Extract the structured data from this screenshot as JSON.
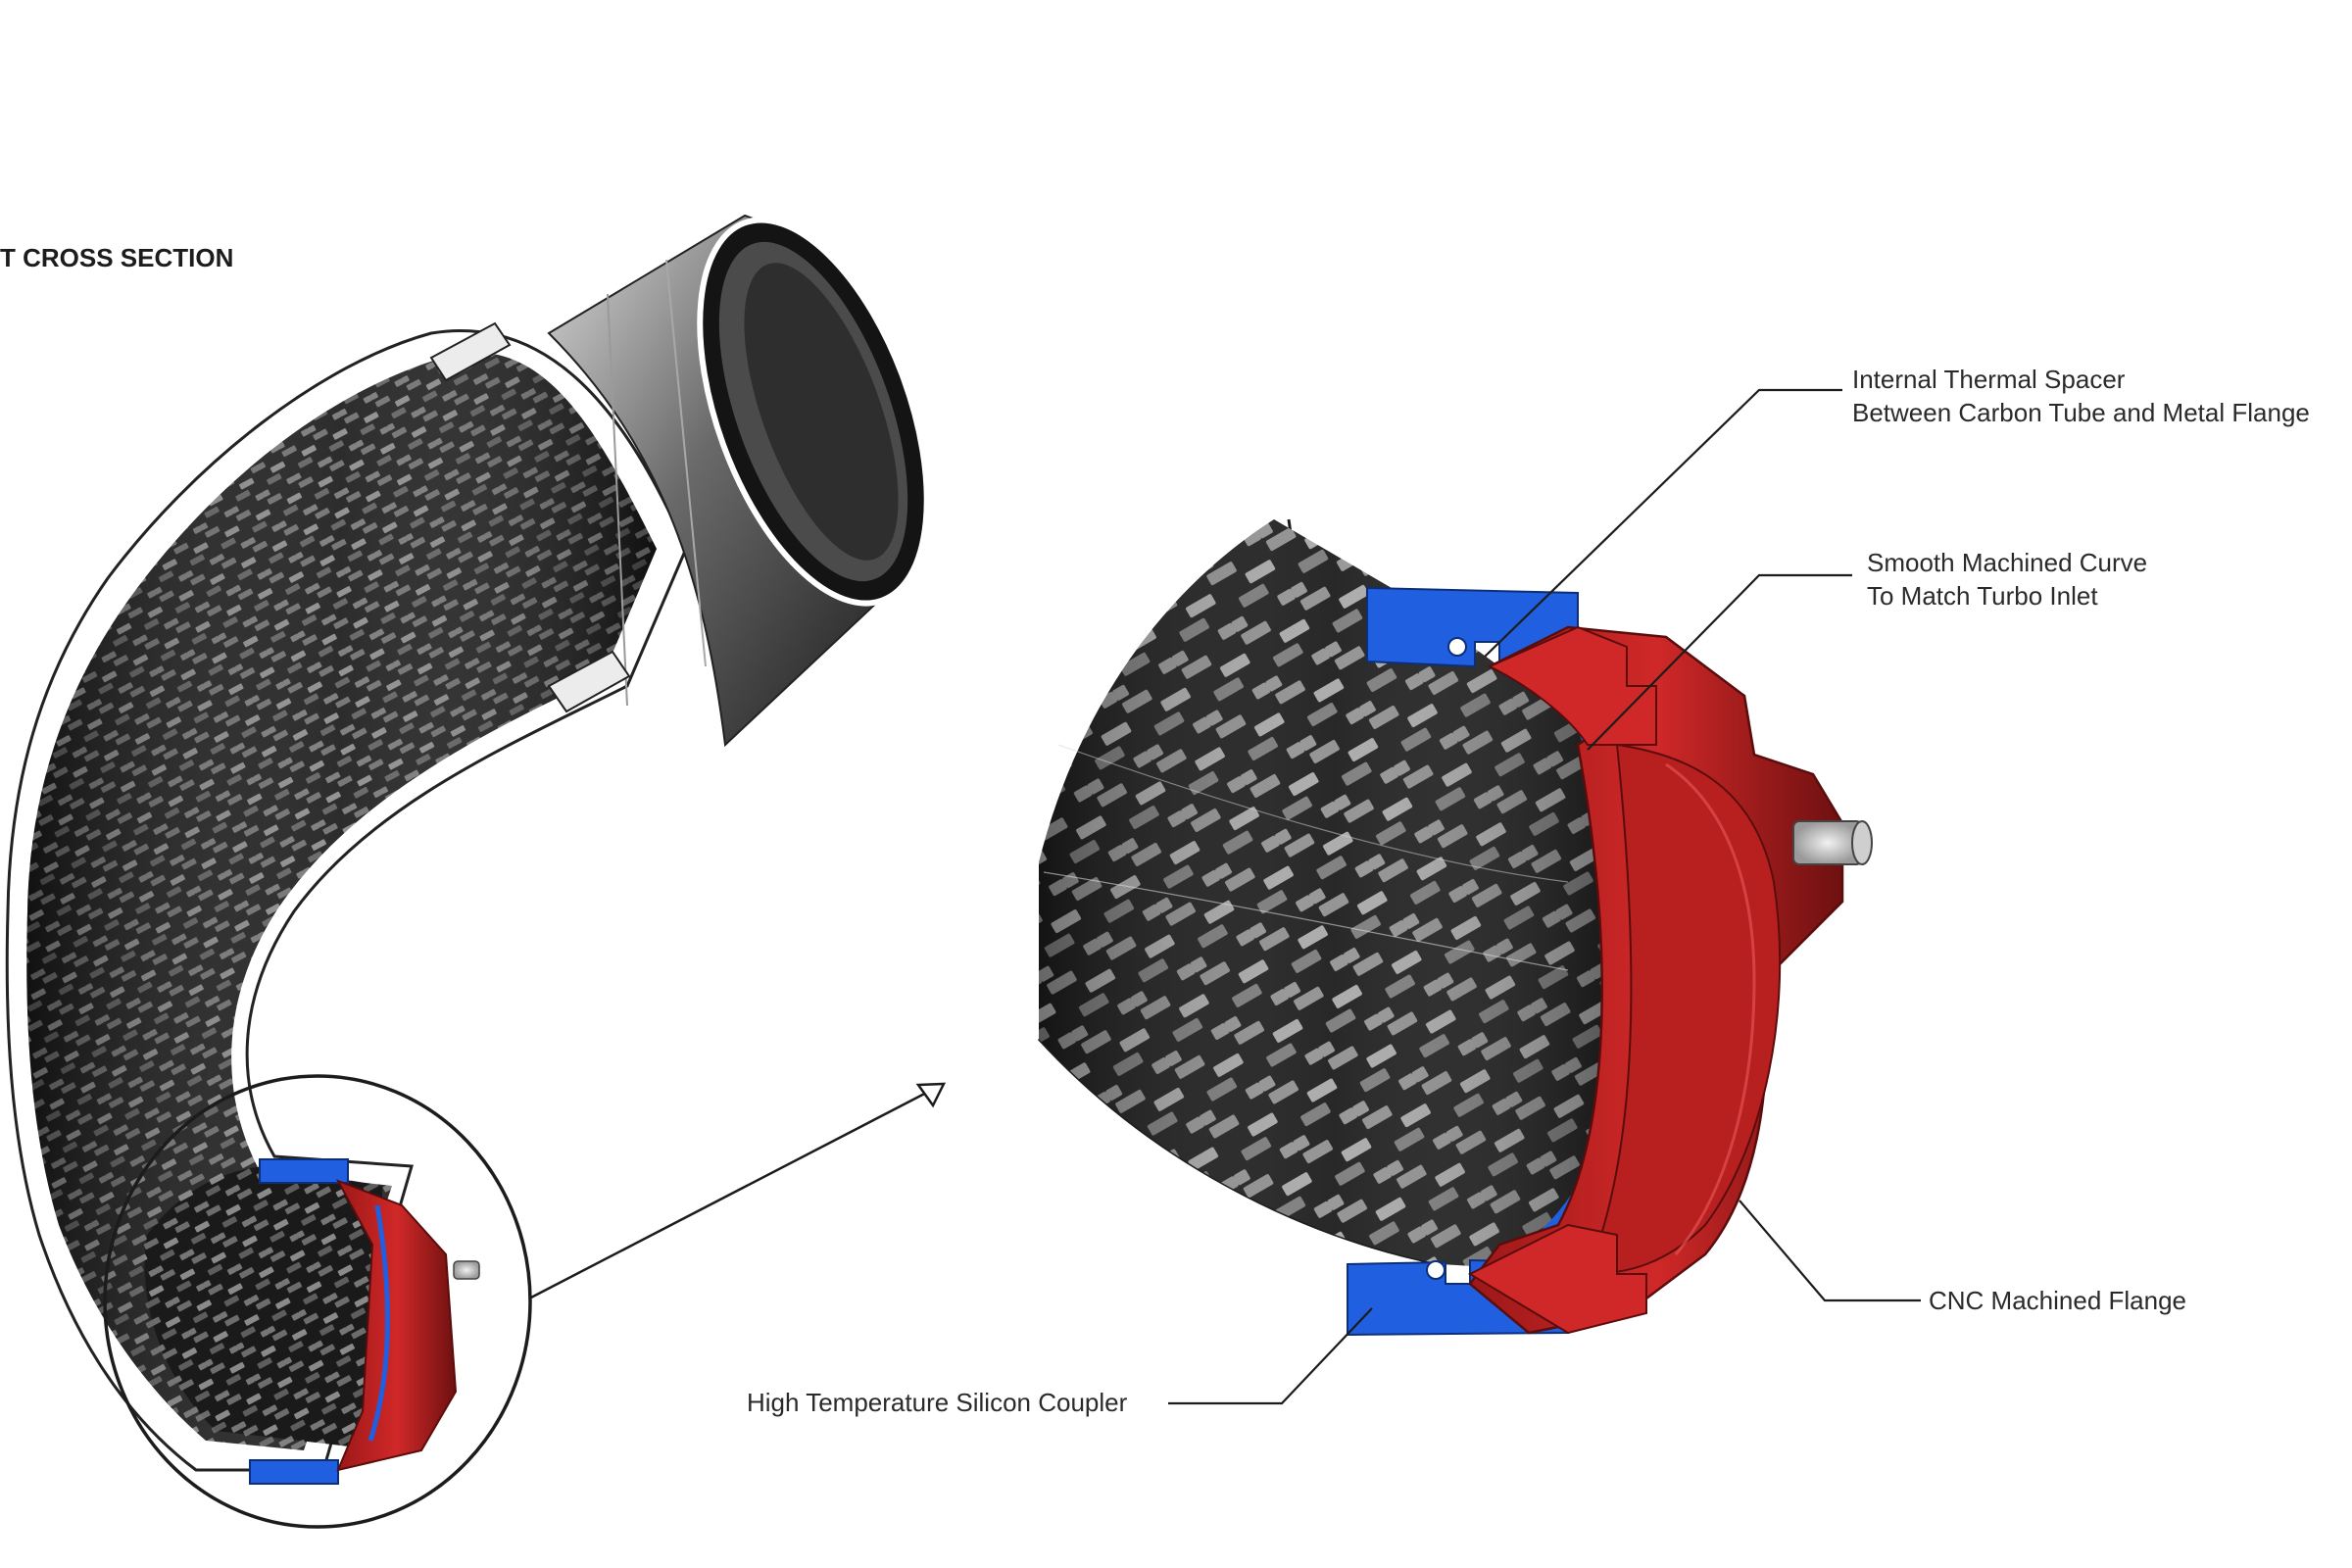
{
  "header": {
    "title": "T CROSS SECTION"
  },
  "callouts": {
    "spacer_line1": "Internal Thermal Spacer",
    "spacer_line2": "Between Carbon Tube and Metal Flange",
    "curve_line1": "Smooth Machined Curve",
    "curve_line2": "To Match Turbo Inlet",
    "flange": "CNC Machined Flange",
    "coupler": "High Temperature Silicon Coupler"
  },
  "colors": {
    "coupler_blue": "#1f5fe0",
    "flange_red": "#c42222",
    "flange_dark": "#7d1414",
    "carbon_dark": "#1a1a1a",
    "carbon_light": "#6c6c6c",
    "steel": "#3a3a3a"
  }
}
